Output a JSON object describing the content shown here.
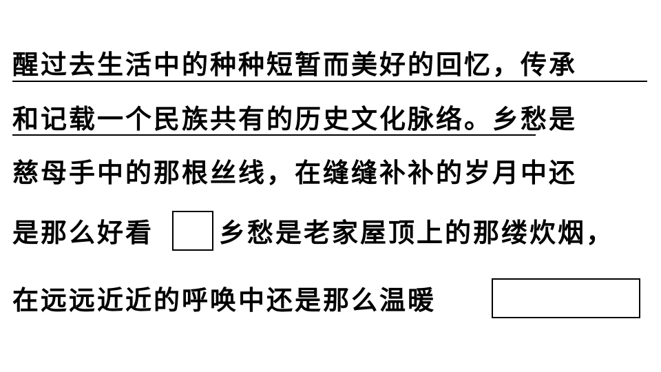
{
  "passage": {
    "line1": "醒过去生活中的种种短暂而美好的回忆，传承",
    "line2_underlined": "和记载一个民族共有的历史文化脉络。",
    "line2_rest": "乡愁是",
    "line3": "慈母手中的那根丝线，在缝缝补补的岁月中还",
    "line4_before": "是那么好看",
    "line4_after": "乡愁是老家屋顶上的那缕炊烟，",
    "line5": "在远远近近的呼唤中还是那么温暖"
  },
  "colors": {
    "text": "#000000",
    "background": "#ffffff"
  }
}
